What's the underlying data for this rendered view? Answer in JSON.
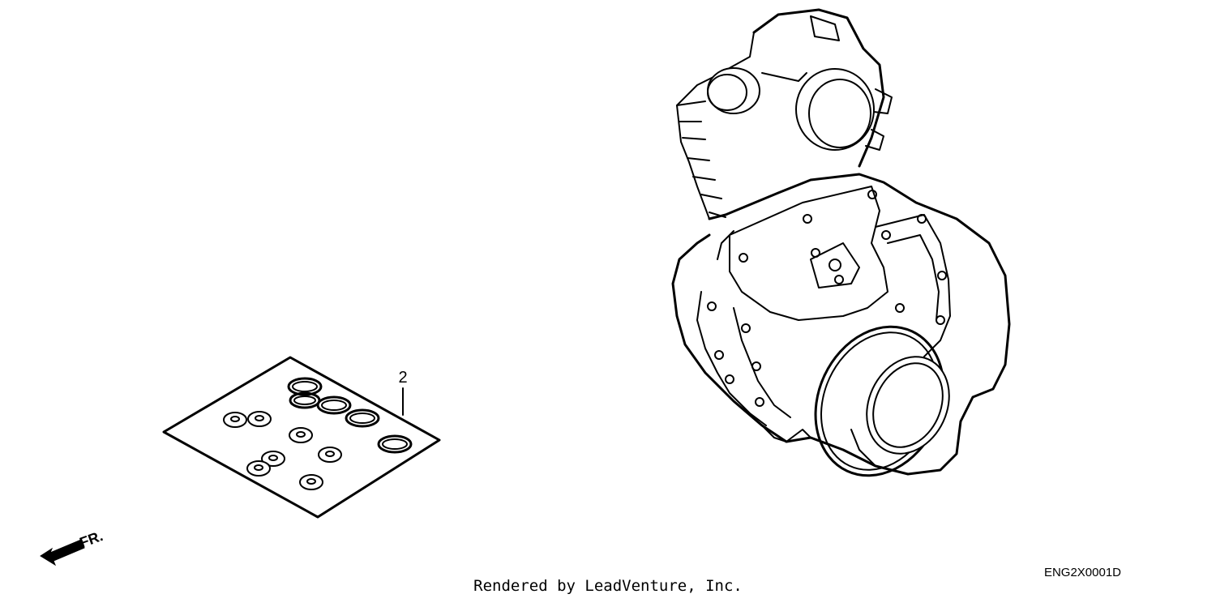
{
  "diagram": {
    "callouts": [
      {
        "number": "2",
        "part": "gasket-kit"
      }
    ],
    "direction_indicator": {
      "label": "FR.",
      "icon": "arrow-left-icon"
    },
    "drawing_code": "ENG2X0001D",
    "footer": "Rendered by LeadVenture, Inc."
  }
}
